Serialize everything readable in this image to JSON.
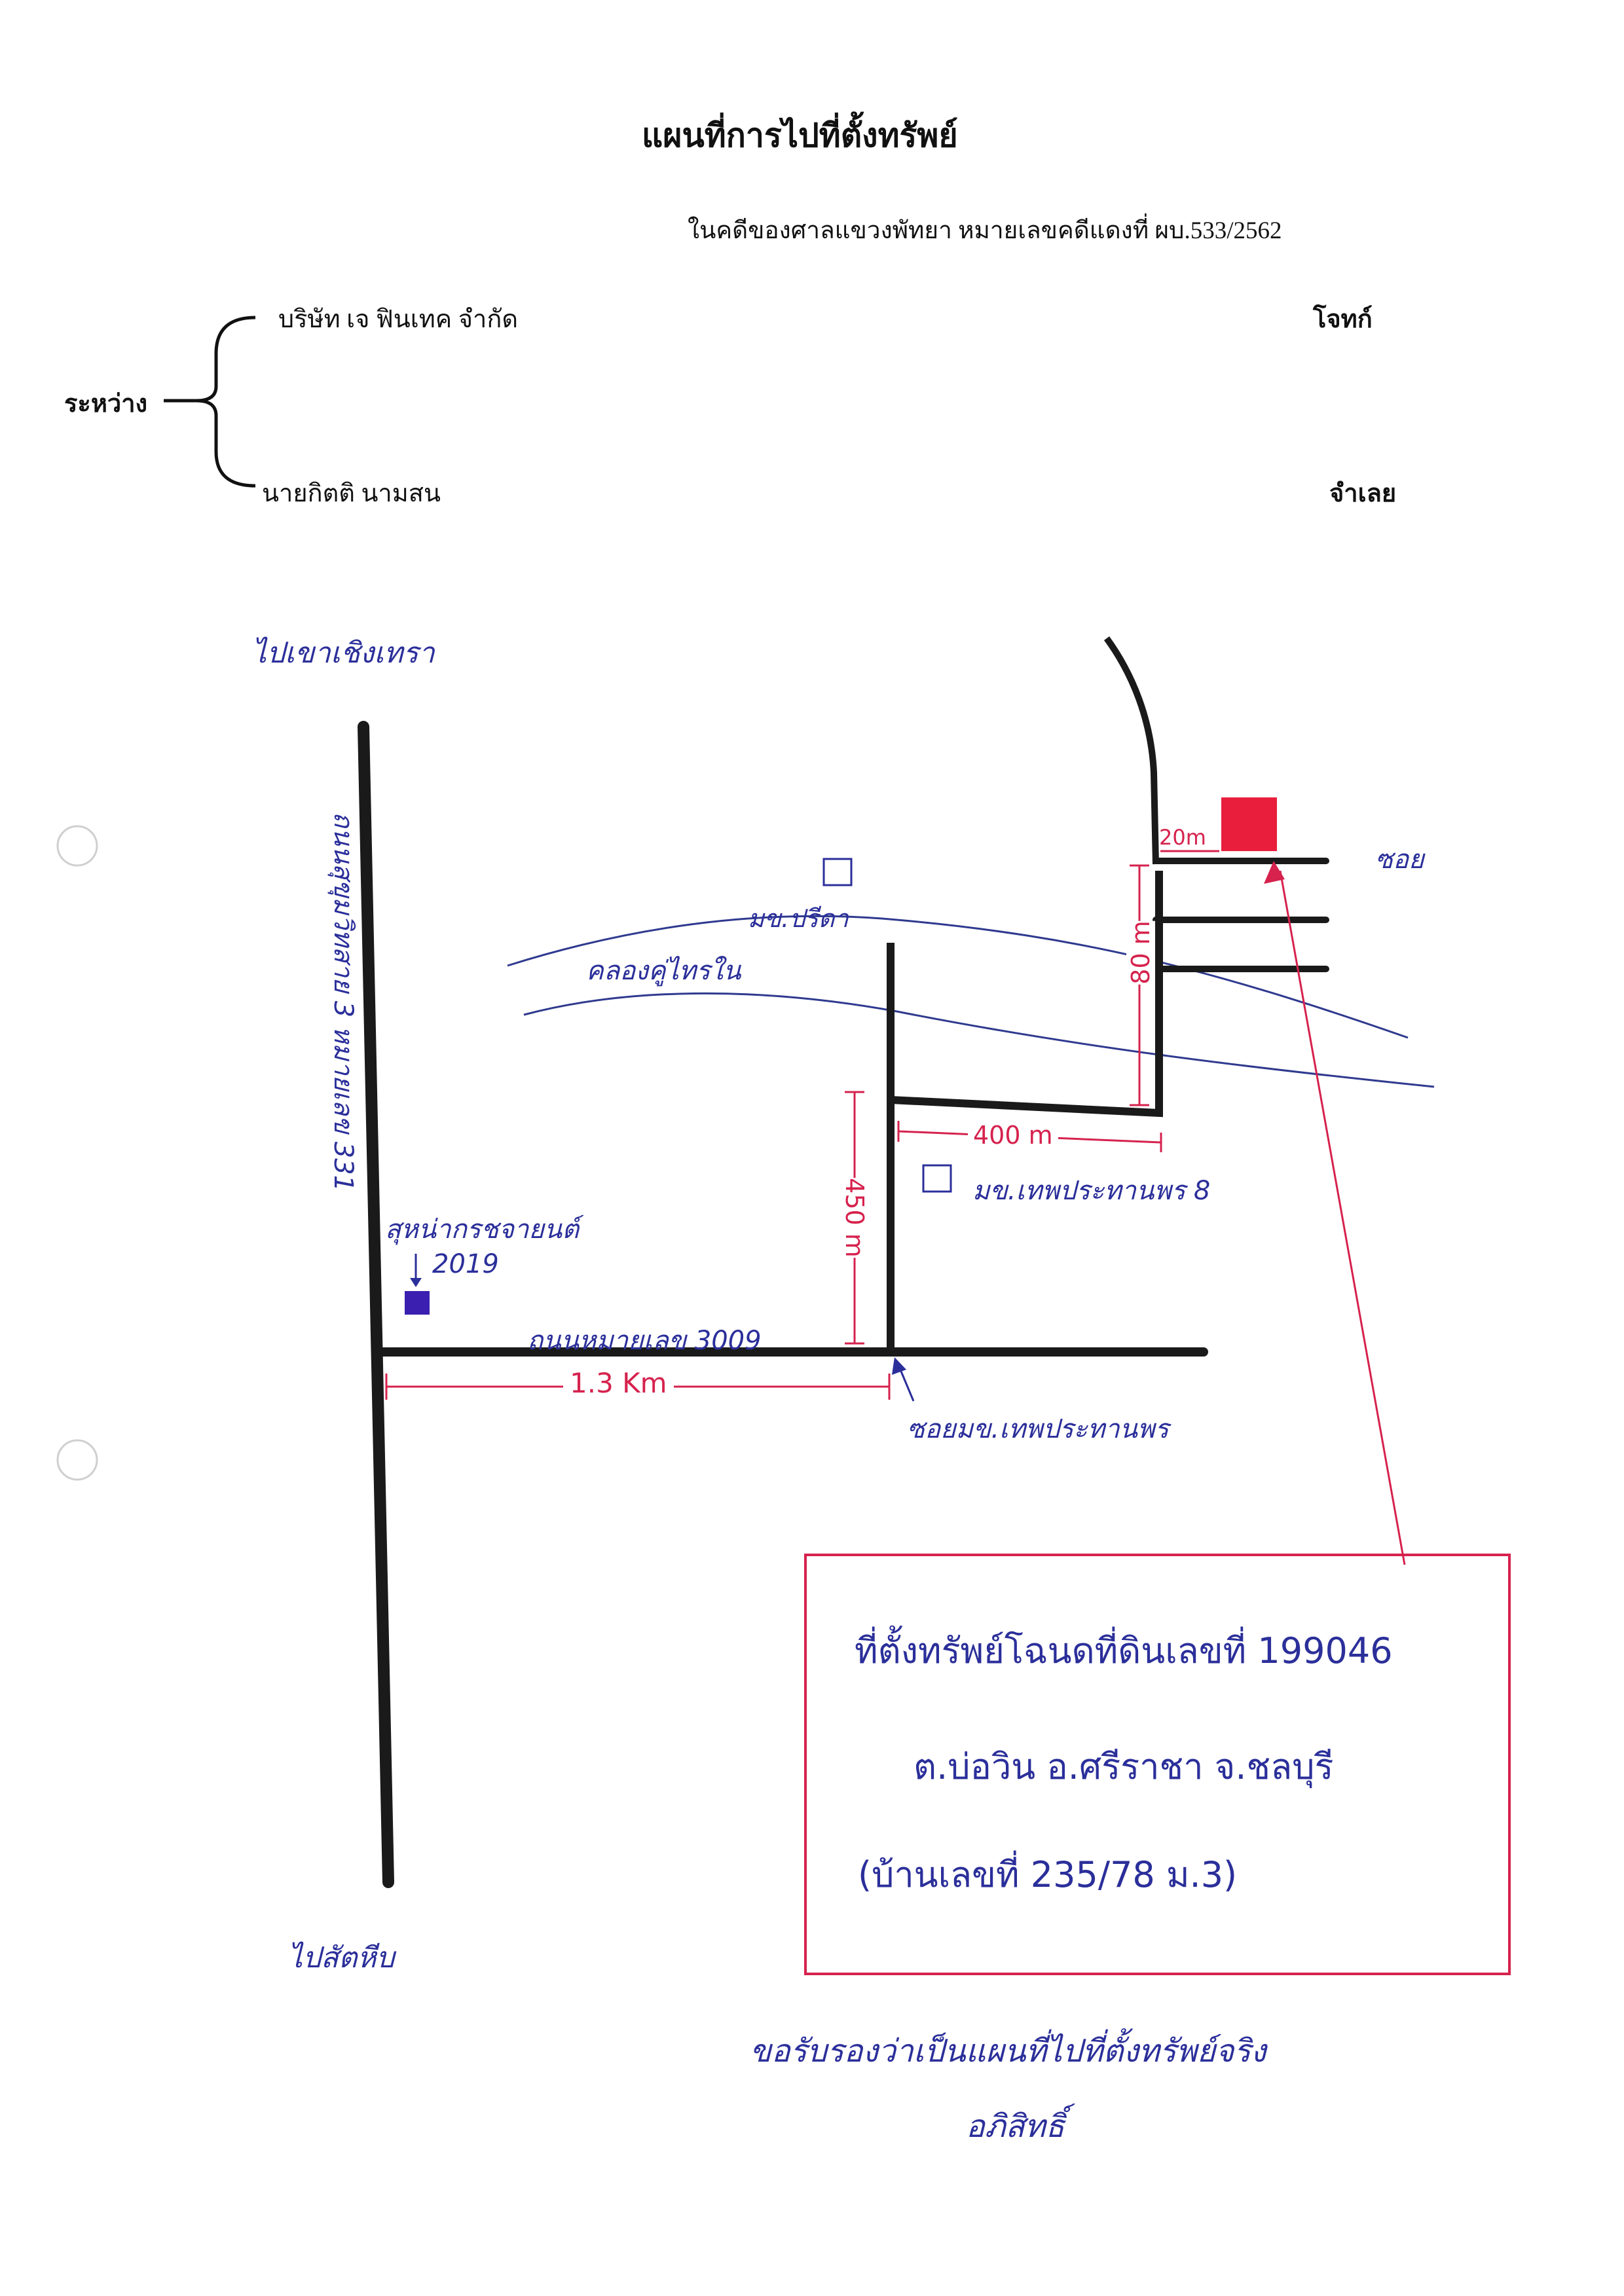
{
  "header": {
    "title": "แผนที่การไปที่ตั้งทรัพย์",
    "case_line": "ในคดีของศาลแขวงพัทยา หมายเลขคดีแดงที่ ผบ.533/2562",
    "between_label": "ระหว่าง",
    "plaintiff_name": "บริษัท เจ ฟินเทค จำกัด",
    "plaintiff_role": "โจทก์",
    "defendant_name": "นายกิตติ นามสน",
    "defendant_role": "จำเลย"
  },
  "map": {
    "to_north_label": "ไปเขาเชิงเทรา",
    "to_south_label": "ไปสัตหีบ",
    "main_road_label": "ถนนสุขุมวิทสาย 3 หมายเลข 331",
    "road_3009_label": "ถนนหมายเลข 3009",
    "dist_1_3km": "1.3 Km",
    "dist_450m": "450 m",
    "dist_400m": "400 m",
    "dist_80m": "80 m",
    "dist_20m": "20m",
    "canal_label": "คลองคู่ไทรใน",
    "village_preeda": "มข.ปรีดา",
    "village_thepprathan": "มข.เทพประทานพร 8",
    "shrine_label": "สุหน่ากรชจายนต์",
    "shrine_sub": "2019",
    "soi_arrow_label": "ซอยมข.เทพประทานพร",
    "soi_label": "ซอย",
    "colors": {
      "road": "#1a1a1a",
      "canal": "#2f3a8f",
      "measure": "#d6224d",
      "property": "#e81e3c",
      "shrine": "#3a1fb0"
    }
  },
  "info_box": {
    "line1": "ที่ตั้งทรัพย์โฉนดที่ดินเลขที่ 199046",
    "line2": "ต.บ่อวิน อ.ศรีราชา จ.ชลบุรี",
    "line3": "(บ้านเลขที่ 235/78 ม.3)"
  },
  "footer": {
    "certify_text": "ขอรับรองว่าเป็นแผนที่ไปที่ตั้งทรัพย์จริง",
    "signature": "อภิสิทธิ์"
  }
}
